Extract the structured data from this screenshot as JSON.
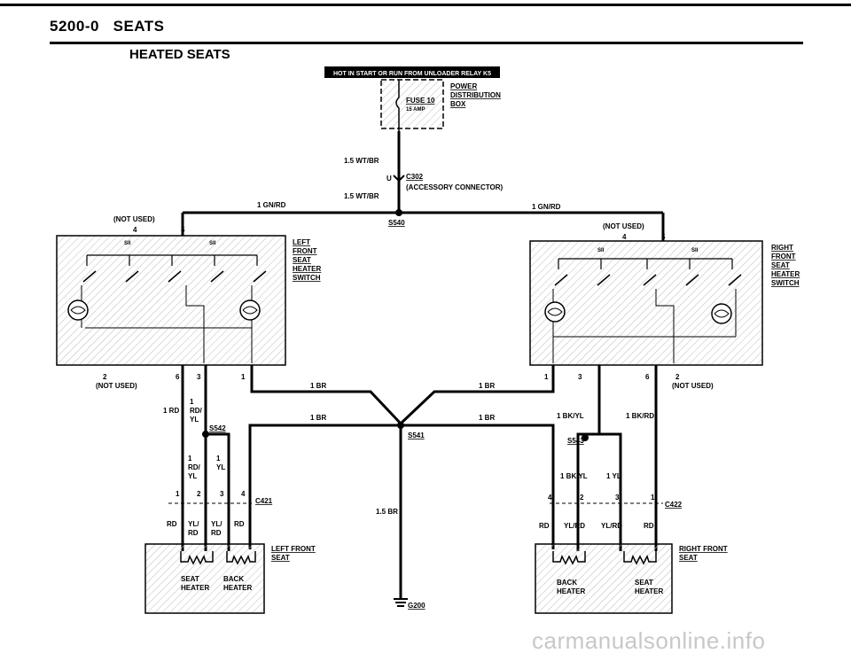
{
  "page": {
    "section": "5200-0",
    "section_title": "SEATS",
    "subtitle": "HEATED SEATS",
    "banner": "HOT IN START OR RUN FROM UNLOADER RELAY K5",
    "watermark": "carmanualsonline.info"
  },
  "labels": {
    "power_dist": [
      "POWER",
      "DISTRIBUTION",
      "BOX"
    ],
    "fuse": "FUSE 10",
    "fuse_amp": "15 AMP",
    "wire_wtbr": "1.5 WT/BR",
    "u": "U",
    "c302": "C302",
    "accessory": "(ACCESSORY CONNECTOR)",
    "gnrd": "1 GN/RD",
    "s540": "S540",
    "not_used": "(NOT USED)",
    "pin4": "4",
    "pin5": "5",
    "pin6": "6",
    "pin3": "3",
    "pin1": "1",
    "pin2": "2",
    "left_switch": [
      "LEFT",
      "FRONT",
      "SEAT",
      "HEATER",
      "SWITCH"
    ],
    "right_switch": [
      "RIGHT",
      "FRONT",
      "SEAT",
      "HEATER",
      "SWITCH"
    ],
    "br": "1 BR",
    "s541": "S541",
    "rd1": "1 RD",
    "rdyl": [
      "1",
      "RD/",
      "YL"
    ],
    "yl1": [
      "1",
      "YL"
    ],
    "s542": "S542",
    "bkyl": "1 BK/YL",
    "bkrd": "1 BK/RD",
    "s543": "S543",
    "yl_1": "1 YL",
    "c421": "C421",
    "c422": "C422",
    "br15": "1.5 BR",
    "rd": "RD",
    "ylrd": [
      "YL/",
      "RD"
    ],
    "ylrd_r": "YL/RD",
    "left_seat": [
      "LEFT FRONT",
      "SEAT"
    ],
    "right_seat": [
      "RIGHT FRONT",
      "SEAT"
    ],
    "seat_heater": [
      "SEAT",
      "HEATER"
    ],
    "back_heater": [
      "BACK",
      "HEATER"
    ],
    "g200": "G200",
    "sw_sym": "SII"
  }
}
